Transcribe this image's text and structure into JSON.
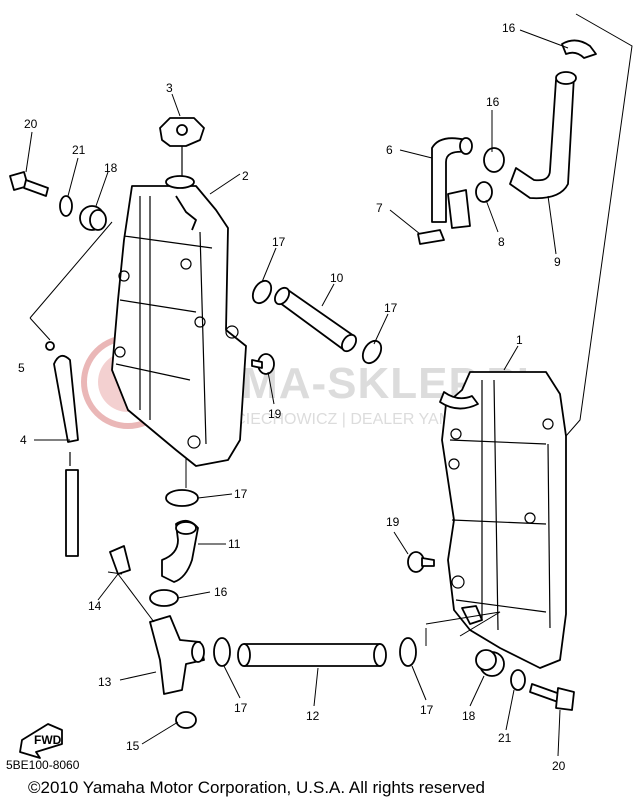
{
  "diagram_code": "5BE100-8060",
  "copyright": "©2010 Yamaha Motor Corporation, U.S.A. All rights reserved",
  "watermark": {
    "brand": "YAMA-SKLEP.PL",
    "subtitle": "WRUCIECHOWICZ | DEALER YAMAHA",
    "color": "#e8b0b0"
  },
  "fwd_label": "FWD",
  "callouts": {
    "c16a": "16",
    "c3": "3",
    "c20a": "20",
    "c21a": "21",
    "c18a": "18",
    "c2": "2",
    "c16b": "16",
    "c6": "6",
    "c7": "7",
    "c8": "8",
    "c9": "9",
    "c17a": "17",
    "c10": "10",
    "c17b": "17",
    "c5": "5",
    "c1": "1",
    "c19a": "19",
    "c4": "4",
    "c17c": "17",
    "c19b": "19",
    "c11": "11",
    "c14": "14",
    "c16c": "16",
    "c13": "13",
    "c17d": "17",
    "c12": "12",
    "c17e": "17",
    "c18b": "18",
    "c21b": "21",
    "c20b": "20",
    "c15": "15"
  }
}
